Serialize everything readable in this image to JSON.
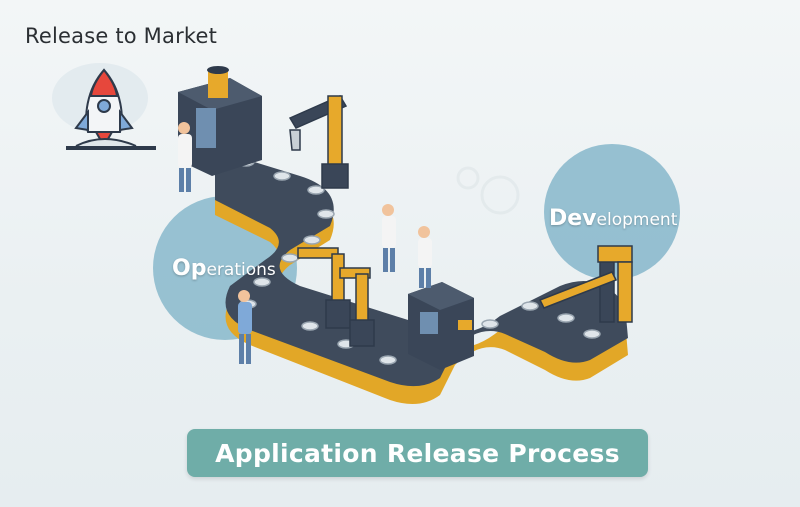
{
  "corner_title": "Release to Market",
  "ops_label": {
    "first": "Op",
    "rest": "erations"
  },
  "dev_label": {
    "first": "Dev",
    "rest": "elopment"
  },
  "banner_title": "Application Release Process",
  "colors": {
    "belt_top": "#3f4b5c",
    "belt_side": "#e2a727",
    "machine_dark": "#3a4658",
    "robot_arm": "#e7a92b",
    "bubble": "#7fb3c8",
    "banner": "#6fada8"
  }
}
